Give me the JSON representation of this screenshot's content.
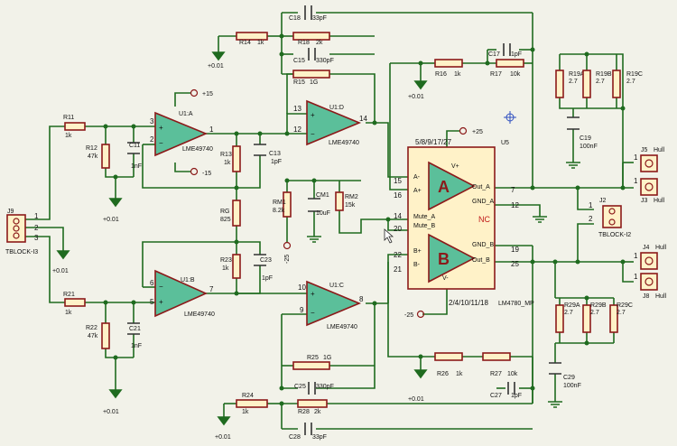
{
  "colors": {
    "wire": "#1f6b1f",
    "component": "#8b1a1a",
    "fill": "#fff2c8",
    "opamp": "#5bbf9a",
    "background": "#f2f2e9"
  },
  "components": {
    "R11": {
      "ref": "R11",
      "val": "1k"
    },
    "R12": {
      "ref": "R12",
      "val": "47k"
    },
    "C11": {
      "ref": "C11",
      "val": "1nF"
    },
    "R13": {
      "ref": "R13",
      "val": "1k"
    },
    "C13": {
      "ref": "C13",
      "val": "1pF"
    },
    "RG": {
      "ref": "RG",
      "val": "825"
    },
    "R23": {
      "ref": "R23",
      "val": "1k"
    },
    "C23": {
      "ref": "C23",
      "val": "1pF"
    },
    "R21": {
      "ref": "R21",
      "val": "1k"
    },
    "R22": {
      "ref": "R22",
      "val": "47k"
    },
    "C21": {
      "ref": "C21",
      "val": "1nF"
    },
    "R14": {
      "ref": "R14",
      "val": "1k"
    },
    "C18": {
      "ref": "C18",
      "val": "33pF"
    },
    "R18": {
      "ref": "R18",
      "val": "2k"
    },
    "C15": {
      "ref": "C15",
      "val": "330pF"
    },
    "R15": {
      "ref": "R15",
      "val": "1G"
    },
    "R16": {
      "ref": "R16",
      "val": "1k"
    },
    "C17": {
      "ref": "C17",
      "val": "1pF"
    },
    "R17": {
      "ref": "R17",
      "val": "10k"
    },
    "RM1": {
      "ref": "RM1",
      "val": "8.2k"
    },
    "CM1": {
      "ref": "CM1",
      "val": "10uF"
    },
    "RM2": {
      "ref": "RM2",
      "val": "15k"
    },
    "R19A": {
      "ref": "R19A",
      "val": "2.7"
    },
    "R19B": {
      "ref": "R19B",
      "val": "2.7"
    },
    "R19C": {
      "ref": "R19C",
      "val": "2.7"
    },
    "C19": {
      "ref": "C19",
      "val": "100nF"
    },
    "R29A": {
      "ref": "R29A",
      "val": "2.7"
    },
    "R29B": {
      "ref": "R29B",
      "val": "2.7"
    },
    "R29C": {
      "ref": "R29C",
      "val": "2.7"
    },
    "C29": {
      "ref": "C29",
      "val": "100nF"
    },
    "R25": {
      "ref": "R25",
      "val": "1G"
    },
    "C25": {
      "ref": "C25",
      "val": "330pF"
    },
    "R26": {
      "ref": "R26",
      "val": "1k"
    },
    "R27": {
      "ref": "R27",
      "val": "10k"
    },
    "C27": {
      "ref": "C27",
      "val": "1pF"
    },
    "R24": {
      "ref": "R24",
      "val": "1k"
    },
    "R28": {
      "ref": "R28",
      "val": "2k"
    },
    "C28": {
      "ref": "C28",
      "val": "33pF"
    }
  },
  "opamps": {
    "U1A": {
      "ref": "U1:A",
      "part": "LME49740"
    },
    "U1B": {
      "ref": "U1:B",
      "part": "LME49740"
    },
    "U1C": {
      "ref": "U1:C",
      "part": "LME49740"
    },
    "U1D": {
      "ref": "U1:D",
      "part": "LME49740"
    }
  },
  "u5": {
    "ref": "U5",
    "part": "LM4780_MP",
    "vplus_pins": "5/8/9/17/27",
    "vminus_pins": "2/4/10/11/18",
    "vplus": "V+",
    "vminus": "V-",
    "ch_a": "A",
    "ch_b": "B",
    "pins_left": [
      "A-",
      "A+",
      "Mute_A",
      "Mute_B",
      "B+",
      "B-"
    ],
    "pins_right": [
      "Out_A",
      "GND_A",
      "GND_B",
      "Out_B"
    ],
    "nc": "NC"
  },
  "connectors": {
    "J9": {
      "ref": "J9",
      "part": "TBLOCK-I3"
    },
    "J2": {
      "ref": "J2",
      "part": "TBLOCK-I2"
    },
    "J5": {
      "ref": "J5",
      "part": "Hull"
    },
    "J3": {
      "ref": "J3",
      "part": "Hull"
    },
    "J4": {
      "ref": "J4",
      "part": "Hull"
    },
    "J8": {
      "ref": "J8",
      "part": "Hull"
    }
  },
  "supplies": {
    "p15": "+15",
    "m15": "-15",
    "p25": "+25",
    "m25": "-25",
    "m25b": "-25",
    "gref": "+0.01"
  }
}
